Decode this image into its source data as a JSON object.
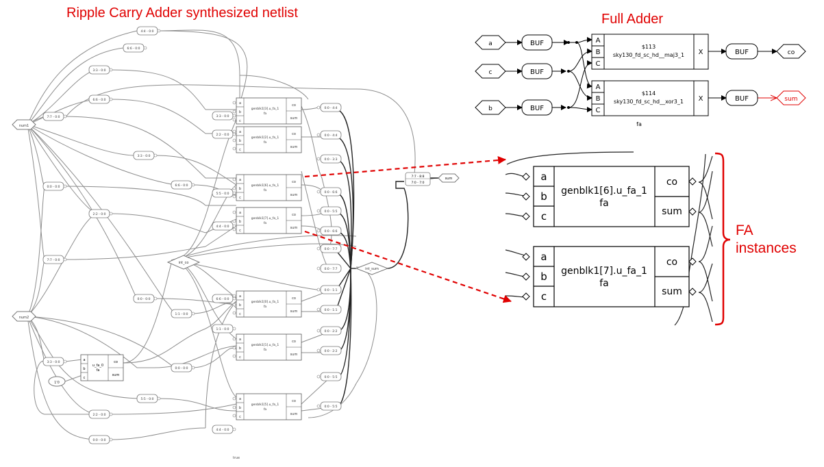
{
  "titles": {
    "netlist": "Ripple Carry Adder synthesized netlist",
    "full_adder": "Full Adder",
    "fa_instances": [
      "FA",
      "instances"
    ]
  },
  "colors": {
    "annotation": "#e00000",
    "wire": "#000000",
    "faint_wire": "#8c8c8c"
  },
  "full_adder": {
    "inputs": [
      "a",
      "c",
      "b"
    ],
    "buffer_label": "BUF",
    "cells": [
      {
        "id": "$113",
        "type": "sky130_fd_sc_hd__maj3_1",
        "pins": [
          "A",
          "B",
          "C"
        ],
        "out": "X"
      },
      {
        "id": "$114",
        "type": "sky130_fd_sc_hd__xor3_1",
        "pins": [
          "A",
          "B",
          "C"
        ],
        "out": "X"
      }
    ],
    "outputs": [
      "co",
      "sum"
    ],
    "module_label": "fa"
  },
  "fa_zoom": [
    {
      "name": "genblk1[6].u_fa_1",
      "module": "fa",
      "pins": [
        "a",
        "b",
        "c"
      ],
      "outs": [
        "co",
        "sum"
      ]
    },
    {
      "name": "genblk1[7].u_fa_1",
      "module": "fa",
      "pins": [
        "a",
        "b",
        "c"
      ],
      "outs": [
        "co",
        "sum"
      ]
    }
  ],
  "netlist": {
    "ports_left": [
      "num1",
      "num2"
    ],
    "const_one": "1'0",
    "bit_labels": [
      "4:4 - 0:0",
      "6:6 - 0:0",
      "3:3 - 0:0",
      "6:6 - 0:0",
      "7:7 - 0:0",
      "3:3 - 0:0",
      "0:0 - 0:0",
      "6:6 - 0:0",
      "2:2 - 0:0",
      "7:7 - 0:0",
      "0:0 - 0:0",
      "3:3 - 0:0",
      "1:1 - 0:0",
      "5:5 - 0:0",
      "2:2 - 0:0",
      "0:0 - 0:0",
      "0:0 - 0:0"
    ],
    "mid_labels": [
      "3:3 - 0:0",
      "2:2 - 0:0",
      "5:5 - 0:0",
      "4:4 - 0:0",
      "6:6 - 0:0",
      "1:1 - 0:0",
      "4:4 - 0:0"
    ],
    "out_labels": [
      "0:0 - 4:4",
      "0:0 - 4:4",
      "0:0 - 3:3",
      "0:0 - 6:6",
      "0:0 - 5:5",
      "0:0 - 6:6",
      "0:0 - 7:7",
      "0:0 - 7:7",
      "0:0 - 1:1",
      "0:0 - 1:1",
      "0:0 - 2:2",
      "0:0 - 2:2",
      "0:0 - 5:5",
      "0:0 - 5:5"
    ],
    "fa_blocks": [
      "genblk1[3].u_fa_1",
      "genblk1[2].u_fa_1",
      "genblk1[6].u_fa_1",
      "genblk1[7].u_fa_1",
      "genblk1[0].u_fa_1",
      "genblk1[1].u_fa_1",
      "genblk1[5].u_fa_1"
    ],
    "fa_module": "fa",
    "fa_pins": [
      "a",
      "b",
      "c"
    ],
    "fa_outs": [
      "co",
      "sum"
    ],
    "first_fa": "u_fa_0",
    "int_co": "int_co",
    "int_sum": "int_sum",
    "concat": [
      "7:7 - 8:8",
      "7:0 - 7:0"
    ],
    "sum_port": "sum",
    "footer": "true"
  }
}
